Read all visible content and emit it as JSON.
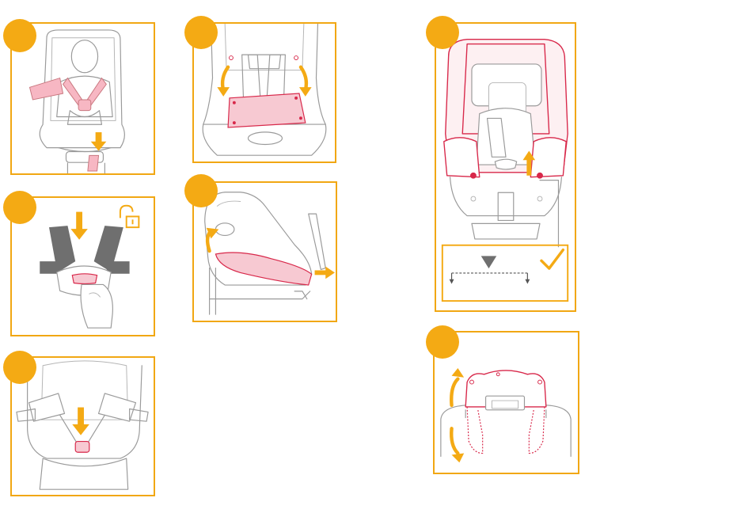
{
  "steps": [
    {
      "id": "step-1",
      "label": ""
    },
    {
      "id": "step-2",
      "label": ""
    },
    {
      "id": "step-3",
      "label": ""
    },
    {
      "id": "step-4",
      "label": ""
    },
    {
      "id": "step-5",
      "label": ""
    },
    {
      "id": "step-6",
      "label": ""
    },
    {
      "id": "step-7",
      "label": ""
    }
  ],
  "colors": {
    "accent": "#f4aa14",
    "highlight": "#d8284a",
    "line": "#9a9a9a",
    "pad": "#6f6f6f"
  },
  "icons": [
    "unlock-icon",
    "check-icon",
    "down-triangle-icon"
  ]
}
